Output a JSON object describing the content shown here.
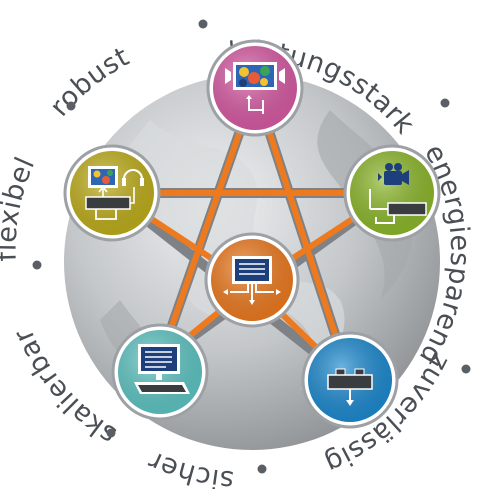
{
  "ring_words": [
    {
      "id": "leistungsstark",
      "text": "leistungsstark"
    },
    {
      "id": "energiesparend",
      "text": "energiesparend"
    },
    {
      "id": "zuverlaessig",
      "text": "zuverlässig"
    },
    {
      "id": "sicher",
      "text": "sicher"
    },
    {
      "id": "skalierbar",
      "text": "skalierbar"
    },
    {
      "id": "flexibel",
      "text": "flexibel"
    },
    {
      "id": "robust",
      "text": "robust"
    }
  ],
  "nodes": [
    {
      "id": "node-video-wall",
      "icon": "video-wall-icon",
      "color": "#d85aa4"
    },
    {
      "id": "node-camera",
      "icon": "camera-icon",
      "color": "#8cb82a"
    },
    {
      "id": "node-receiver",
      "icon": "receiver-icon",
      "color": "#1c8ad0"
    },
    {
      "id": "node-workstation",
      "icon": "workstation-icon",
      "color": "#5ec6c4"
    },
    {
      "id": "node-av-console",
      "icon": "av-console-icon",
      "color": "#bfae1a"
    },
    {
      "id": "node-hub",
      "icon": "hub-icon",
      "color": "#ee7a1f"
    }
  ],
  "colors": {
    "orange_link": "#ee7a1f",
    "grey_link": "#8a8e93",
    "globe": "#b9bcbf"
  }
}
